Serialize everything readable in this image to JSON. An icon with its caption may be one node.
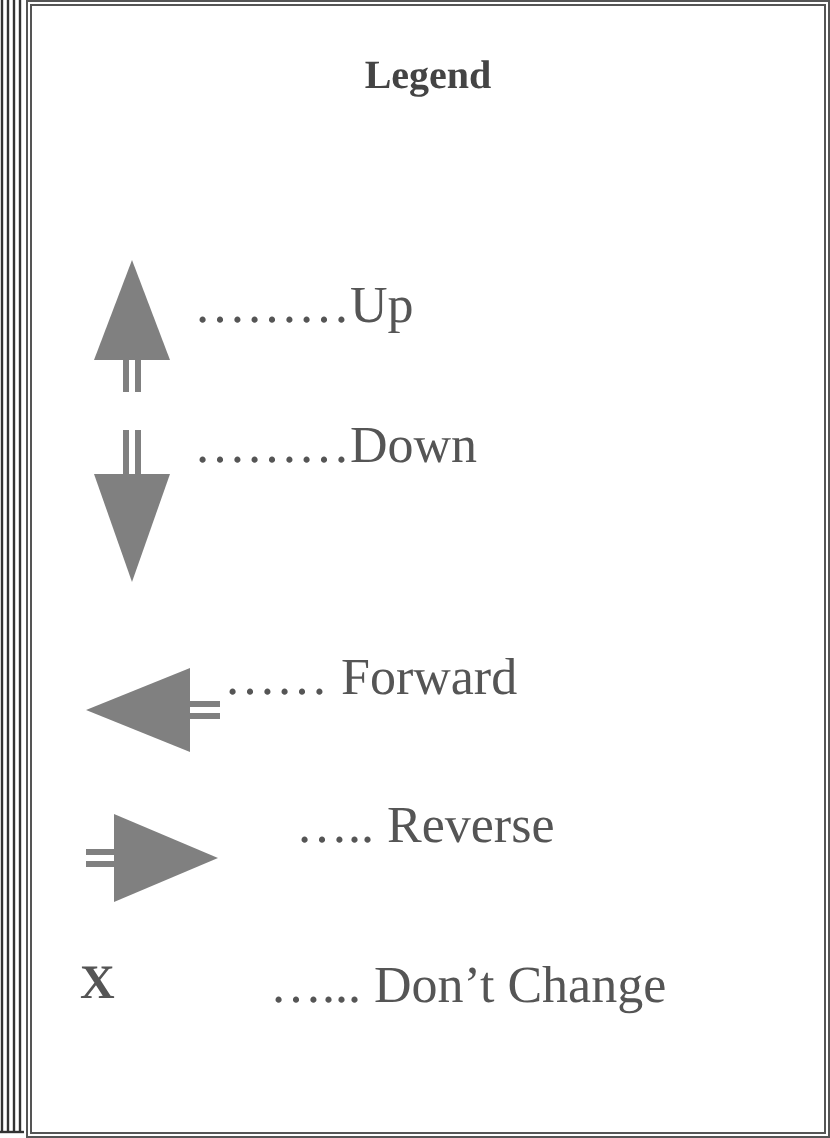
{
  "diagram": {
    "title": "Legend",
    "labels": [
      "X"
    ],
    "legend": [
      {
        "text": "………Up"
      },
      {
        "text": "………Down"
      },
      {
        "text": "…… Forward"
      },
      {
        "text": "….. Reverse"
      },
      {
        "text": "…... Don’t Change"
      }
    ]
  }
}
